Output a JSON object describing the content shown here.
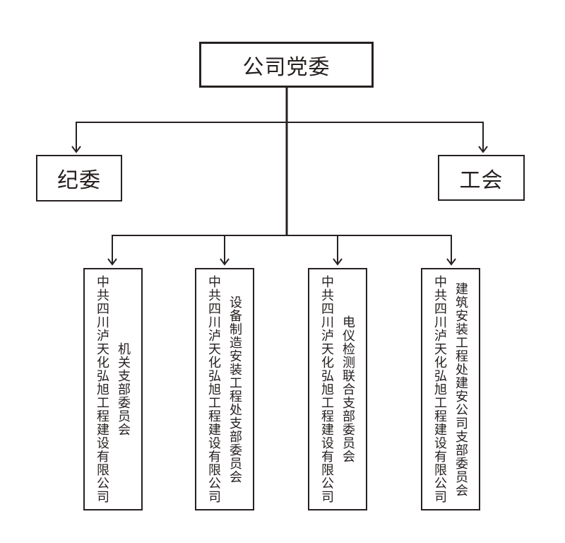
{
  "org_chart": {
    "root": "公司党委",
    "secondary": [
      {
        "label": "纪委"
      },
      {
        "label": "工会"
      }
    ],
    "branches": [
      {
        "company": "中共四川泸天化弘旭工程建设有限公司",
        "branch": "机关支部委员会"
      },
      {
        "company": "中共四川泸天化弘旭工程建设有限公司",
        "branch": "设备制造安装工程处支部委员会"
      },
      {
        "company": "中共四川泸天化弘旭工程建设有限公司",
        "branch": "电仪检测联合支部委员会"
      },
      {
        "company": "中共四川泸天化弘旭工程建设有限公司",
        "branch": "建筑安装工程处建安公司支部委员会"
      }
    ],
    "colors": {
      "line": "#262120",
      "background": "#ffffff"
    }
  }
}
